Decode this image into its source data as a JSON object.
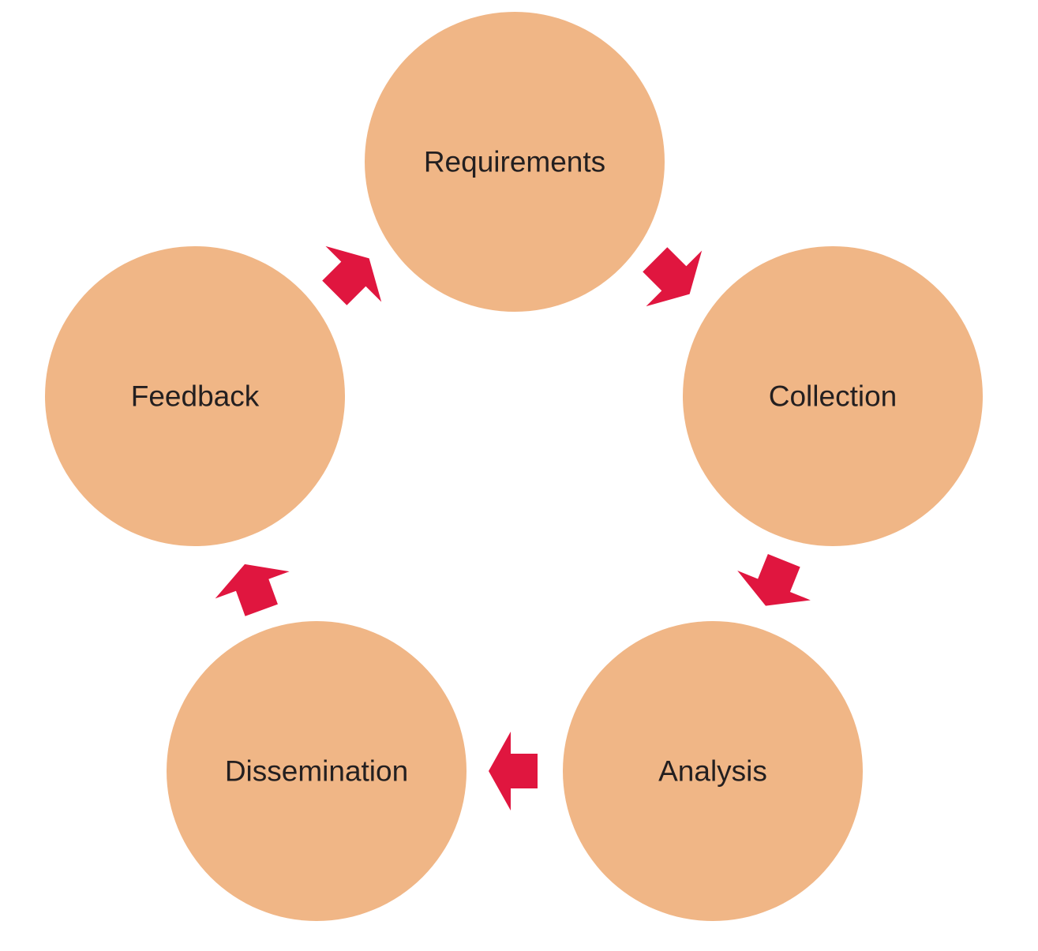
{
  "diagram": {
    "colors": {
      "node_fill": "#f0b686",
      "arrow_fill": "#e0163f",
      "label": "#231f20",
      "background": "#ffffff"
    },
    "nodes": [
      {
        "id": "requirements",
        "label": "Requirements"
      },
      {
        "id": "collection",
        "label": "Collection"
      },
      {
        "id": "analysis",
        "label": "Analysis"
      },
      {
        "id": "dissemination",
        "label": "Dissemination"
      },
      {
        "id": "feedback",
        "label": "Feedback"
      }
    ],
    "edges": [
      {
        "from": "requirements",
        "to": "collection"
      },
      {
        "from": "collection",
        "to": "analysis"
      },
      {
        "from": "analysis",
        "to": "dissemination"
      },
      {
        "from": "dissemination",
        "to": "feedback"
      },
      {
        "from": "feedback",
        "to": "requirements"
      }
    ]
  }
}
